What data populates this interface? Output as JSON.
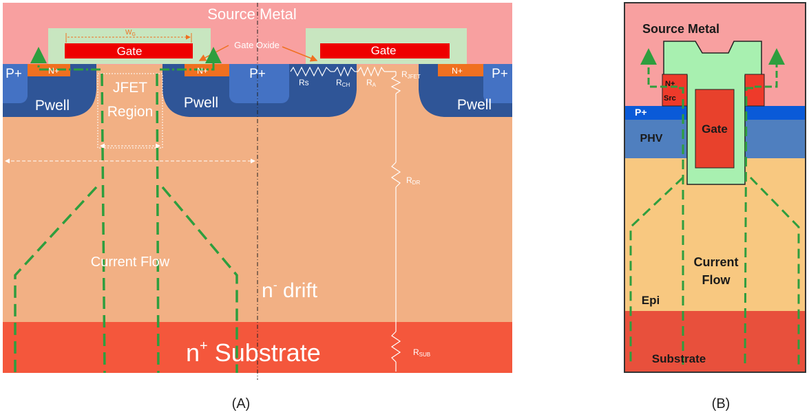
{
  "panel_a": {
    "caption": "(A)",
    "labels": {
      "source_metal": "Source Metal",
      "gate_left": "Gate",
      "gate_right": "Gate",
      "gate_width": "W",
      "gate_width_sub": "G",
      "gate_oxide": "Gate Oxide",
      "n_plus_left": "N+",
      "n_plus_mid": "N+",
      "n_plus_right": "N+",
      "p_plus_left": "P+",
      "p_plus_mid": "P+",
      "p_plus_right": "P+",
      "pwell_left": "Pwell",
      "pwell_mid": "Pwell",
      "pwell_right": "Pwell",
      "jfet_line1": "JFET",
      "jfet_line2": "Region",
      "current_flow": "Current Flow",
      "drift_main": "n",
      "drift_sup": "-",
      "drift_rest": " drift",
      "substrate_main": "n",
      "substrate_sup": "+",
      "substrate_rest": " Substrate"
    },
    "resistors": {
      "rs": "Rs",
      "rch_main": "R",
      "rch_sub": "CH",
      "ra_main": "R",
      "ra_sub": "A",
      "rjfet_main": "R",
      "rjfet_sub": "JFET",
      "rdr_main": "R",
      "rdr_sub": "DR",
      "rsub_main": "R",
      "rsub_sub": "SUB"
    }
  },
  "panel_b": {
    "caption": "(B)",
    "labels": {
      "source_metal": "Source Metal",
      "n_plus_src_line1": "N+",
      "n_plus_src_line2": "Src",
      "p_plus": "P+",
      "phv": "PHV",
      "gate": "Gate",
      "current_line1": "Current",
      "current_line2": "Flow",
      "epi": "Epi",
      "substrate": "Substrate"
    }
  },
  "colors": {
    "source_metal": "#F8A0A0",
    "gate_oxide": "#C8E6C0",
    "gate": "#EE0000",
    "n_plus": "#F07020",
    "p_plus": "#4472C4",
    "pwell": "#2F5597",
    "drift": "#F2B084",
    "substrate": "#F4573C",
    "flow_line": "#2E9E3E",
    "b_oxide": "#A8F0B0",
    "b_gate": "#E8412C",
    "b_phv": "#4F7FBF",
    "b_pplus": "#0A5AD8",
    "b_epi": "#F8C880",
    "b_substrate": "#E8503C"
  }
}
